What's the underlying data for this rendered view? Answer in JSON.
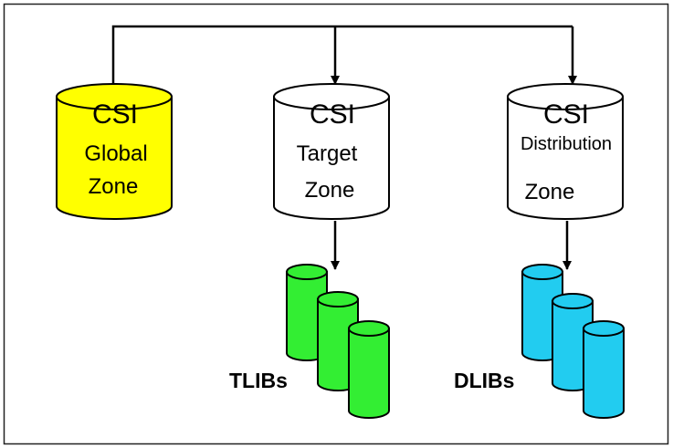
{
  "colors": {
    "global_fill": "#ffff00",
    "target_fill": "#ffffff",
    "distribution_fill": "#ffffff",
    "tlib_fill": "#33ee33",
    "dlib_fill": "#22ccf0",
    "stroke": "#000000"
  },
  "global_zone": {
    "title": "CSI",
    "line1": "Global",
    "line2": "Zone"
  },
  "target_zone": {
    "title": "CSI",
    "line1": "Target",
    "line2": "Zone"
  },
  "distribution_zone": {
    "title": "CSI",
    "line1": "Distribution",
    "line2": "Zone"
  },
  "tlibs": {
    "label": "TLIBs"
  },
  "dlibs": {
    "label": "DLIBs"
  }
}
